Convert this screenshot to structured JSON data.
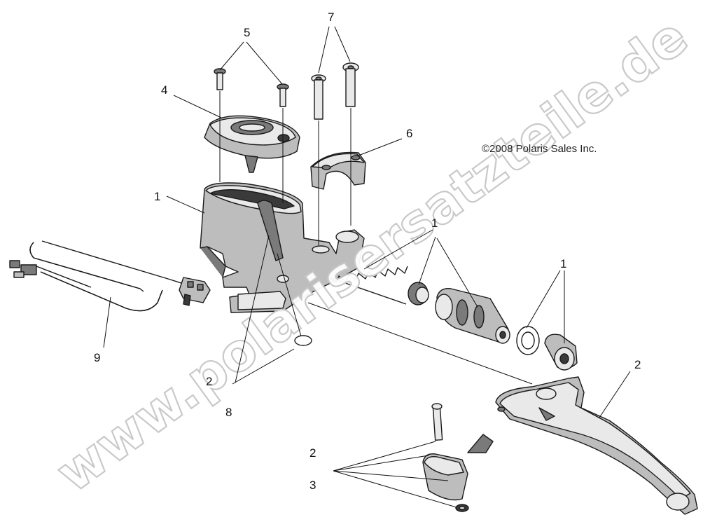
{
  "diagram": {
    "copyright": "©2008 Polaris Sales Inc.",
    "watermark": "www.polarisersatzteile.de",
    "callouts": {
      "c1a": "1",
      "c1b": "1",
      "c1c": "1",
      "c2a": "2",
      "c2b": "2",
      "c2c": "2",
      "c3": "3",
      "c4": "4",
      "c5": "5",
      "c6": "6",
      "c7": "7",
      "c8": "8",
      "c9": "9"
    }
  }
}
